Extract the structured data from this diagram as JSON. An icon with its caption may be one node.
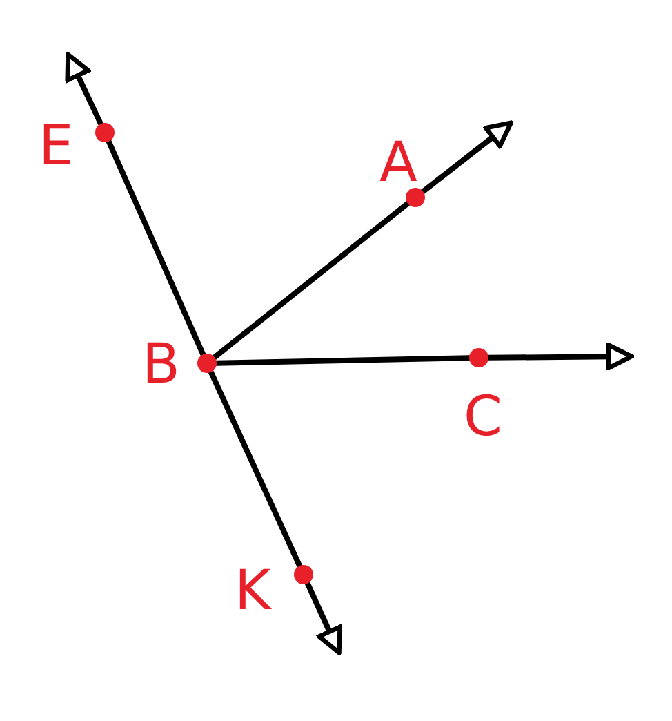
{
  "diagram": {
    "nodes": [
      {
        "text": [
          "E"
        ]
      },
      {
        "text": [
          "A"
        ]
      },
      {
        "text": [
          "B"
        ]
      },
      {
        "text": [
          "C"
        ]
      },
      {
        "text": [
          "K"
        ]
      }
    ],
    "edges": [
      {
        "from": 2,
        "to": 1,
        "arrow": "none"
      },
      {
        "from": 1,
        "to": null,
        "arrow": "to"
      },
      {
        "from": 2,
        "to": 3,
        "arrow": "none"
      },
      {
        "from": 3,
        "to": null,
        "arrow": "to"
      },
      {
        "from": 2,
        "to": 0,
        "arrow": "none"
      },
      {
        "from": 0,
        "to": null,
        "arrow": "to"
      },
      {
        "from": 2,
        "to": 4,
        "arrow": "none"
      },
      {
        "from": 4,
        "to": null,
        "arrow": "to"
      }
    ]
  }
}
